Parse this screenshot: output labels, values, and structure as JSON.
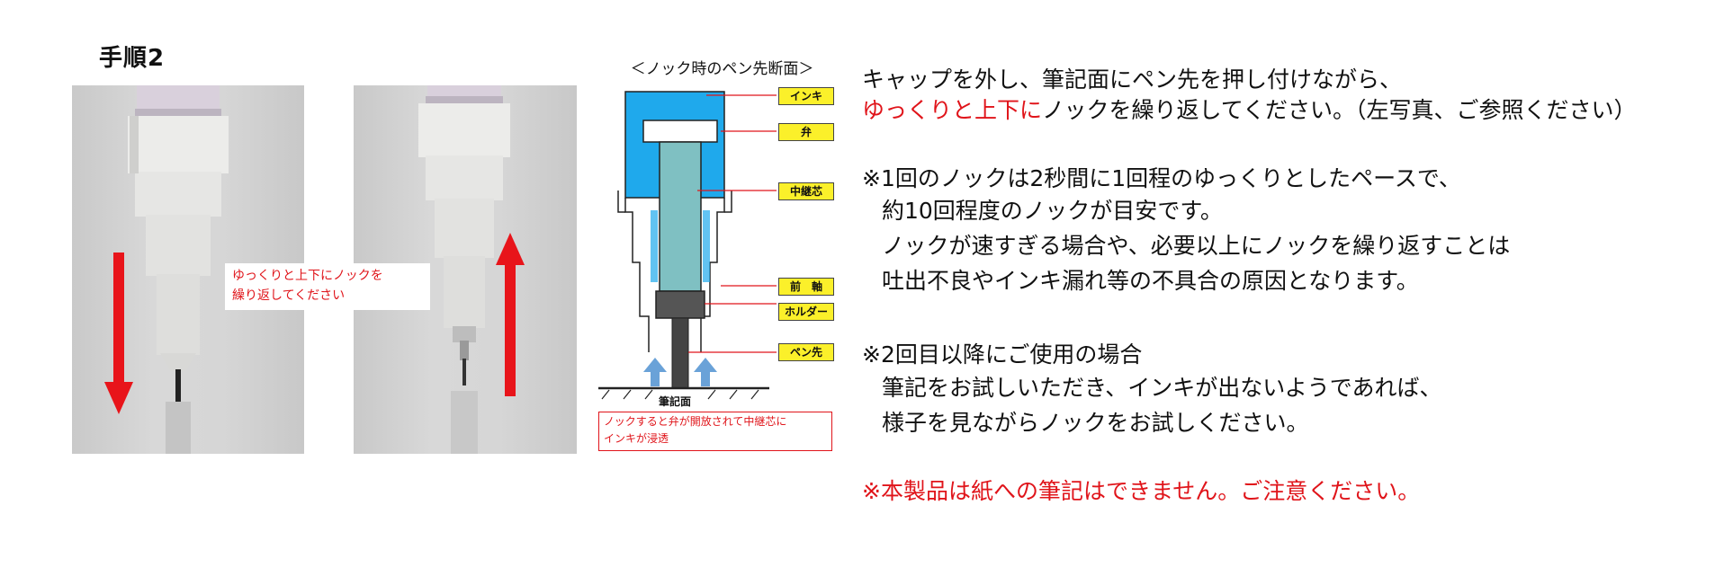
{
  "step_title": "手順2",
  "photo_caption": {
    "line1": "ゆっくりと上下にノックを",
    "line2": "繰り返してください"
  },
  "diagram": {
    "title": "＜ノック時のペン先断面＞",
    "labels": {
      "ink": "インキ",
      "valve": "弁",
      "core": "中継芯",
      "front_shaft": "前　軸",
      "holder": "ホルダー",
      "tip": "ペン先",
      "surface": "筆記面"
    },
    "note_line1": "ノックすると弁が開放されて中継芯に",
    "note_line2": "インキが浸透",
    "colors": {
      "ink": "#1fa9ec",
      "core": "#7fc0c2",
      "label_bg": "#fbf02a",
      "arrow": "#6aa2d8"
    }
  },
  "instructions": {
    "p1_line1": "キャップを外し、筆記面にペン先を押し付けながら、",
    "p1_line2_red": "ゆっくりと上下に",
    "p1_line2_rest": "ノックを繰り返してください。（左写真、ご参照ください）",
    "note1_line1": "※1回のノックは2秒間に1回程のゆっくりとしたペースで、",
    "note1_line2": "約10回程度のノックが目安です。",
    "note1_line3": "ノックが速すぎる場合や、必要以上にノックを繰り返すことは",
    "note1_line4": "吐出不良やインキ漏れ等の不具合の原因となります。",
    "note2_line1": "※2回目以降にご使用の場合",
    "note2_line2": "筆記をお試しいただき、インキが出ないようであれば、",
    "note2_line3": "様子を見ながらノックをお試しください。",
    "warning": "※本製品は紙への筆記はできません。ご注意ください。"
  },
  "colors": {
    "accent_red": "#e0141a",
    "arrow_red": "#e8141a"
  }
}
